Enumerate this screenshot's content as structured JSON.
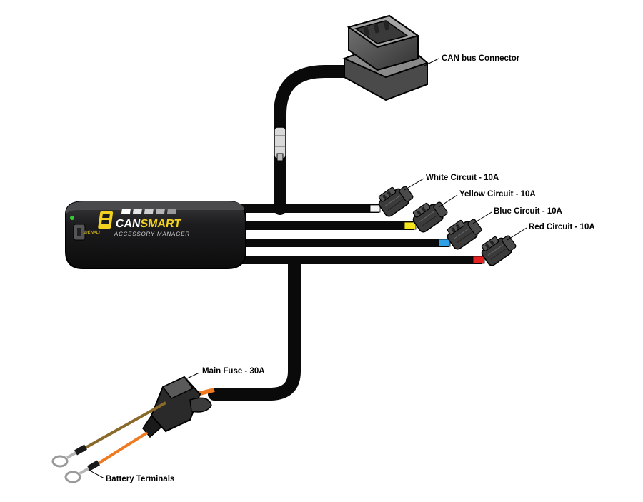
{
  "callouts": {
    "can_bus": "CAN bus Connector",
    "white": "White Circuit - 10A",
    "yellow": "Yellow Circuit - 10A",
    "blue": "Blue Circuit - 10A",
    "red": "Red Circuit - 10A",
    "fuse": "Main Fuse - 30A",
    "battery": "Battery Terminals"
  },
  "module": {
    "brand": "DENALI",
    "name_prefix": "CAN",
    "name_suffix": "SMART",
    "subtitle": "ACCESSORY MANAGER"
  },
  "colors": {
    "cable": "#0a0a0a",
    "brand_yellow": "#f2d21f",
    "module_body": "#1c1c1e",
    "status_led": "#33cc33",
    "wire_white": "#f4f4f4",
    "wire_yellow": "#f5e51c",
    "wire_blue": "#2f9fe6",
    "wire_red": "#e52222",
    "battery_wire_brown": "#8a6a2a",
    "battery_wire_orange": "#f07a20"
  }
}
